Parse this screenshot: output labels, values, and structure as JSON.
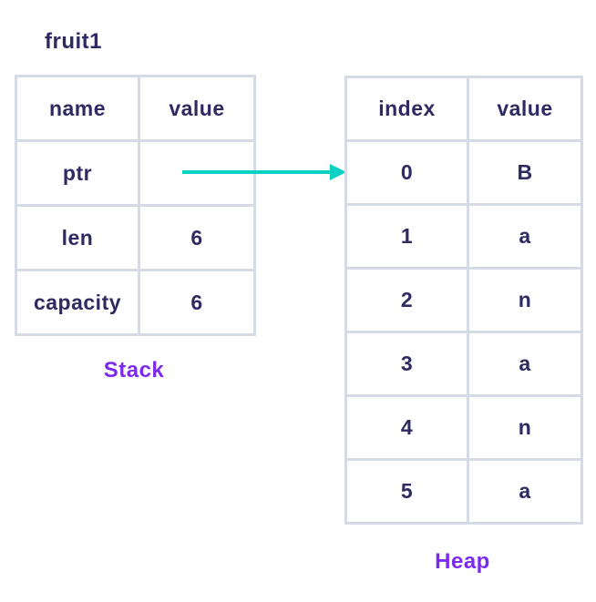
{
  "variable_label": "fruit1",
  "stack": {
    "title": "Stack",
    "headers": [
      "name",
      "value"
    ],
    "rows": [
      [
        "ptr",
        ""
      ],
      [
        "len",
        "6"
      ],
      [
        "capacity",
        "6"
      ]
    ]
  },
  "heap": {
    "title": "Heap",
    "headers": [
      "index",
      "value"
    ],
    "rows": [
      [
        "0",
        "B"
      ],
      [
        "1",
        "a"
      ],
      [
        "2",
        "n"
      ],
      [
        "3",
        "a"
      ],
      [
        "4",
        "n"
      ],
      [
        "5",
        "a"
      ]
    ]
  },
  "arrow": {
    "icon": "right-arrow-icon"
  },
  "colors": {
    "text_navy": "#2e2a62",
    "table_border": "#d5dae5",
    "caption_purple": "#7c2bee",
    "arrow_teal": "#07d3c4",
    "background": "#ffffff"
  }
}
